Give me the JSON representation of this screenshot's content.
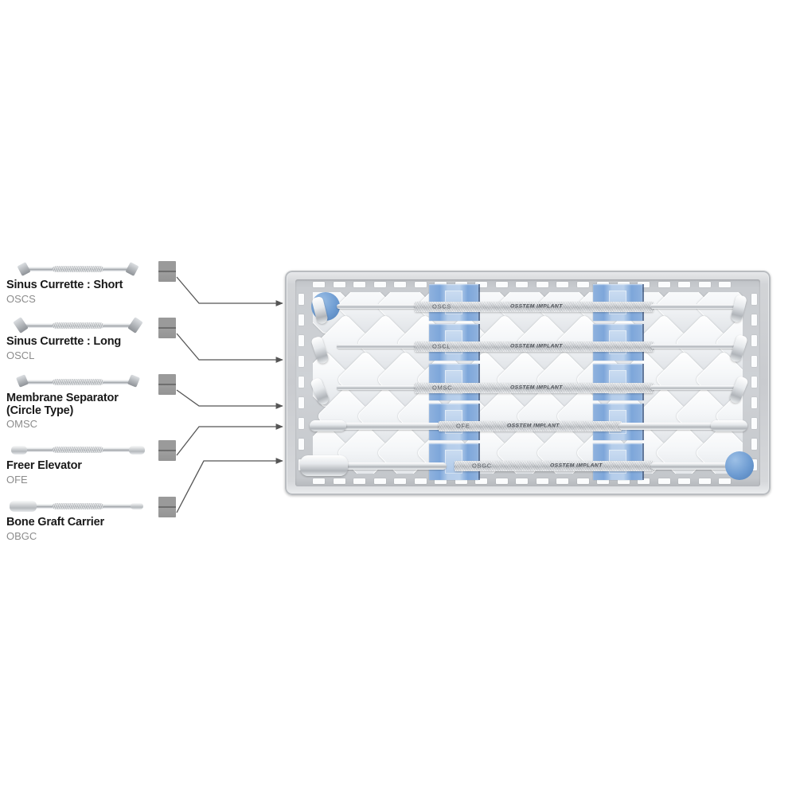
{
  "document": {
    "type": "product-diagram",
    "subject": "Osstem Implant sinus lift surgical instrument kit"
  },
  "legend": {
    "items": [
      {
        "name": "Sinus Currette : Short",
        "code": "OSCS",
        "icon": "curette-short-icon"
      },
      {
        "name": "Sinus Currette : Long",
        "code": "OSCL",
        "icon": "curette-long-icon"
      },
      {
        "name": "Membrane Separator\n(Circle Type)",
        "code": "OMSC",
        "icon": "membrane-separator-icon"
      },
      {
        "name": "Freer Elevator",
        "code": "OFE",
        "icon": "freer-elevator-icon"
      },
      {
        "name": "Bone Graft Carrier",
        "code": "OBGC",
        "icon": "bone-graft-carrier-icon"
      }
    ]
  },
  "tray": {
    "instruments": [
      {
        "code": "OSCS",
        "brand": "OSSTEM IMPLANT"
      },
      {
        "code": "OSCL",
        "brand": "OSSTEM IMPLANT"
      },
      {
        "code": "OMSC",
        "brand": "OSSTEM IMPLANT"
      },
      {
        "code": "OFE",
        "brand": "OSSTEM IMPLANT"
      },
      {
        "code": "OBGC",
        "brand": "OSSTEM IMPLANT"
      }
    ]
  },
  "colors": {
    "silicone_blue": "#7da6da",
    "silicone_blue_light": "#b9d0ec",
    "accent_dot_blue": "#6e9cd2",
    "tray_body": "#c9cbcf",
    "tray_inner": "#cfd2d6",
    "name_text": "#1a1a1a",
    "code_text": "#8c8c8c",
    "leader_line": "#555555",
    "connector_gray": "#9a9a9a"
  }
}
